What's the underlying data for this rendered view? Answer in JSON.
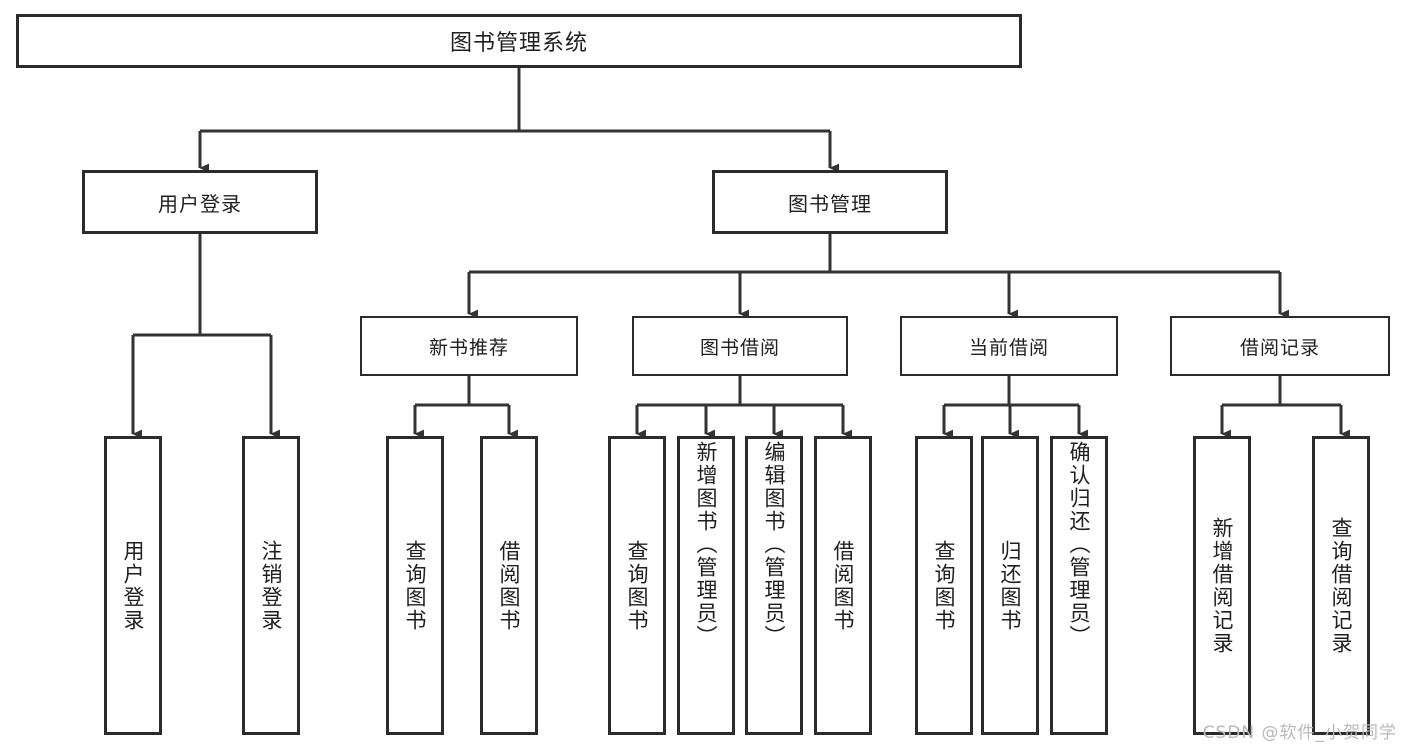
{
  "diagram": {
    "title": "图书管理系统",
    "type": "tree-hierarchy",
    "orientation": "top-down",
    "colors": {
      "box_border": "#2b2b2b",
      "box_fill": "#ffffff",
      "connector": "#333333",
      "background": "#ffffff",
      "watermark": "#b9b9b9"
    }
  },
  "root": {
    "label": "图书管理系统"
  },
  "level1": [
    {
      "label": "用户登录"
    },
    {
      "label": "图书管理"
    }
  ],
  "level2": [
    {
      "label": "新书推荐"
    },
    {
      "label": "图书借阅"
    },
    {
      "label": "当前借阅"
    },
    {
      "label": "借阅记录"
    }
  ],
  "leaves": {
    "user_login": [
      {
        "label": "用户登录"
      },
      {
        "label": "注销登录"
      }
    ],
    "new_book_recommend": [
      {
        "label": "查询图书"
      },
      {
        "label": "借阅图书"
      }
    ],
    "book_borrow": [
      {
        "label": "查询图书"
      },
      {
        "label": "新增图书（管理员）"
      },
      {
        "label": "编辑图书（管理员）"
      },
      {
        "label": "借阅图书"
      }
    ],
    "current_borrow": [
      {
        "label": "查询图书"
      },
      {
        "label": "归还图书"
      },
      {
        "label": "确认归还（管理员）"
      }
    ],
    "borrow_record": [
      {
        "label": "新增借阅记录"
      },
      {
        "label": "查询借阅记录"
      }
    ]
  },
  "watermark": {
    "text": "CSDN @软件_小贺同学"
  }
}
